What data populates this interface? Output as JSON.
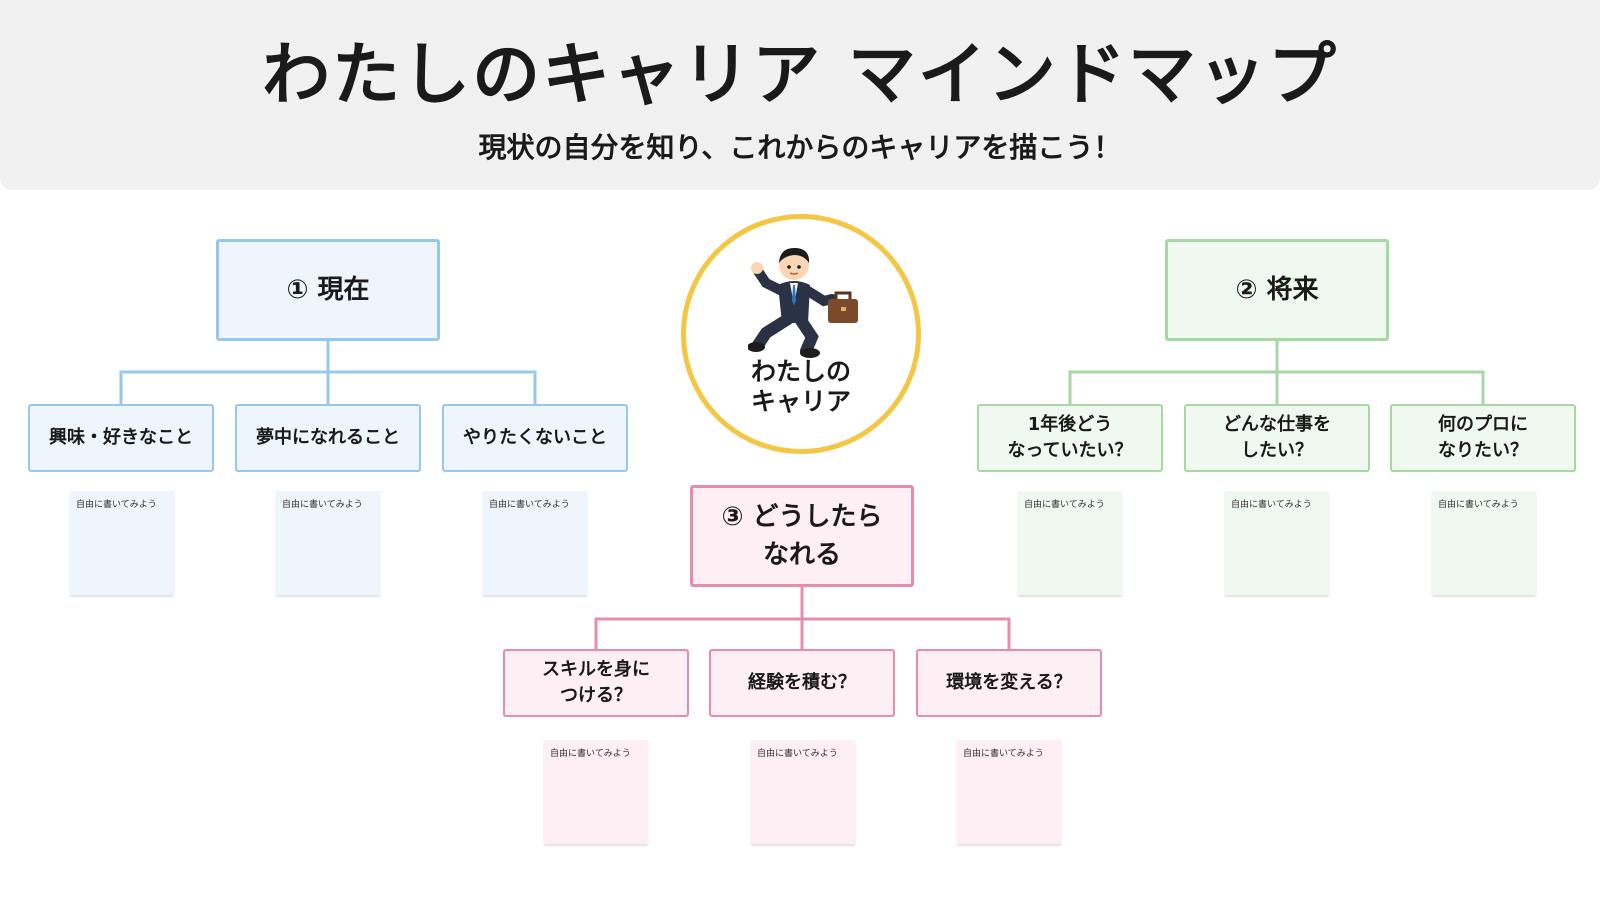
{
  "header": {
    "title": "わたしのキャリア マインドマップ",
    "subtitle": "現状の自分を知り、これからのキャリアを描こう！"
  },
  "center": {
    "label": "わたしの\nキャリア",
    "icon": "businessman-running-with-briefcase",
    "ring_color": "#f4c644"
  },
  "colors": {
    "current": "#96c8ec",
    "future": "#a7d8a3",
    "how": "#e88caf"
  },
  "branches": {
    "current": {
      "title": "① 現在",
      "items": [
        "興味・好きなこと",
        "夢中になれること",
        "やりたくないこと"
      ]
    },
    "future": {
      "title": "② 将来",
      "items": [
        "1年後どう\nなっていたい？",
        "どんな仕事を\nしたい？",
        "何のプロに\nなりたい？"
      ]
    },
    "how": {
      "title": "③ どうしたら\nなれる",
      "items": [
        "スキルを身に\nつける？",
        "経験を積む？",
        "環境を変える？"
      ]
    }
  },
  "note_placeholder": "自由に書いてみよう"
}
